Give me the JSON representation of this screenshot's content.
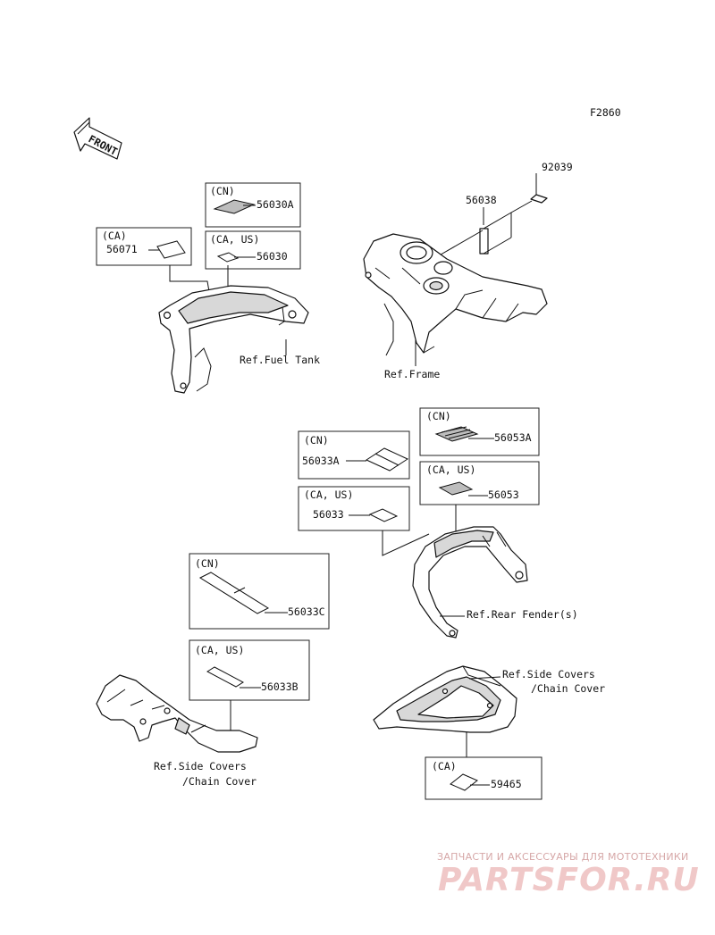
{
  "figure_code": "F2860",
  "front_label": "FRONT",
  "callouts": {
    "p56030a": {
      "region": "(CN)",
      "number": "56030A"
    },
    "p56071": {
      "region": "(CA)",
      "number": "56071"
    },
    "p56030": {
      "region": "(CA, US)",
      "number": "56030"
    },
    "p56053a": {
      "region": "(CN)",
      "number": "56053A"
    },
    "p56033a": {
      "region": "(CN)",
      "number": "56033A"
    },
    "p56053": {
      "region": "(CA, US)",
      "number": "56053"
    },
    "p56033": {
      "region": "(CA, US)",
      "number": "56033"
    },
    "p56033c": {
      "region": "(CN)",
      "number": "56033C"
    },
    "p56033b": {
      "region": "(CA, US)",
      "number": "56033B"
    },
    "p59465": {
      "region": "(CA)",
      "number": "59465"
    }
  },
  "part_numbers": {
    "p92039": "92039",
    "p56038": "56038"
  },
  "references": {
    "fuel_tank": "Ref.Fuel Tank",
    "frame": "Ref.Frame",
    "rear_fender": "Ref.Rear Fender(s)",
    "side_covers_right_1": "Ref.Side Covers",
    "side_covers_right_2": "/Chain Cover",
    "side_covers_left_1": "Ref.Side Covers",
    "side_covers_left_2": "/Chain Cover"
  },
  "watermark": {
    "top": "ЗАПЧАСТИ И АКСЕССУАРЫ ДЛЯ МОТОТЕХНИКИ",
    "brand": "PARTSFOR.RU"
  }
}
